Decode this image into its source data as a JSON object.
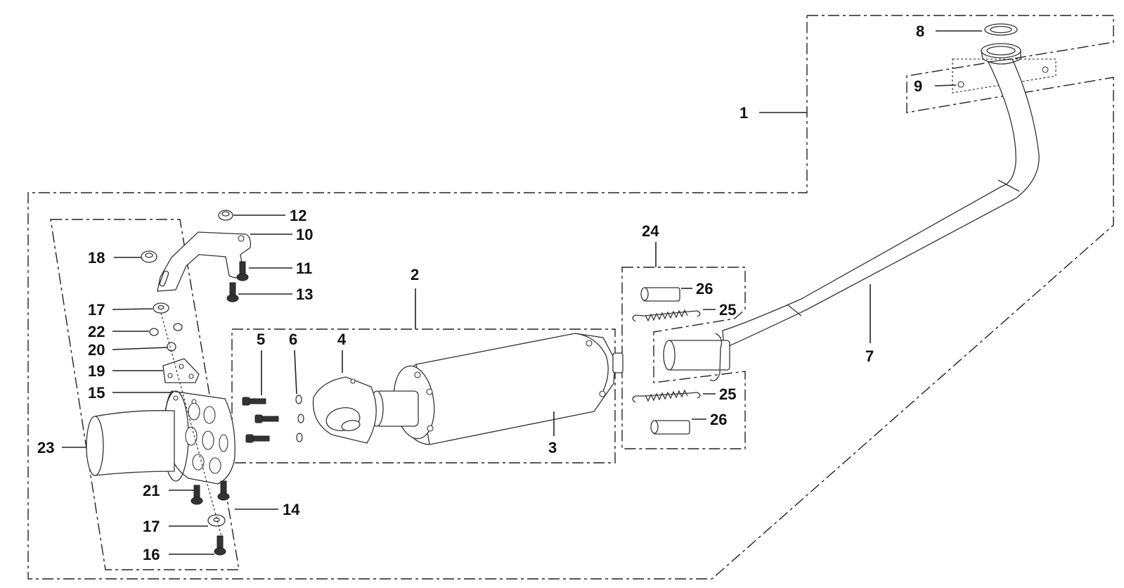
{
  "diagram": {
    "callouts": {
      "c1": "1",
      "c2": "2",
      "c3": "3",
      "c4": "4",
      "c5": "5",
      "c6": "6",
      "c7": "7",
      "c8": "8",
      "c9": "9",
      "c10": "10",
      "c11": "11",
      "c12": "12",
      "c13": "13",
      "c14": "14",
      "c15": "15",
      "c16": "16",
      "c17a": "17",
      "c17b": "17",
      "c18": "18",
      "c19": "19",
      "c20": "20",
      "c21": "21",
      "c22": "22",
      "c23": "23",
      "c24": "24",
      "c25a": "25",
      "c25b": "25",
      "c26a": "26",
      "c26b": "26"
    }
  }
}
